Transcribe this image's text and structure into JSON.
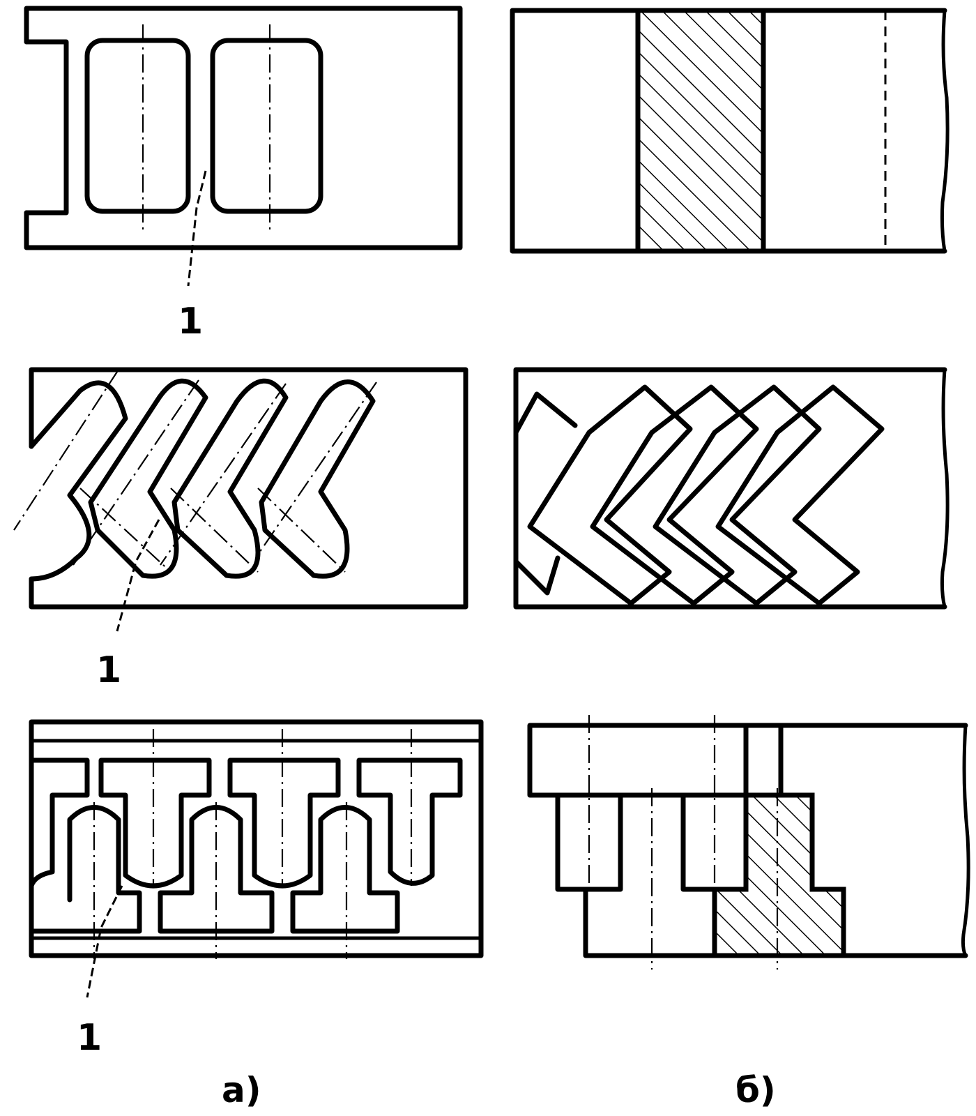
{
  "labels": {
    "item_top": "1",
    "item_middle": "1",
    "item_bottom": "1"
  },
  "captions": {
    "left": "а)",
    "right": "б)"
  }
}
